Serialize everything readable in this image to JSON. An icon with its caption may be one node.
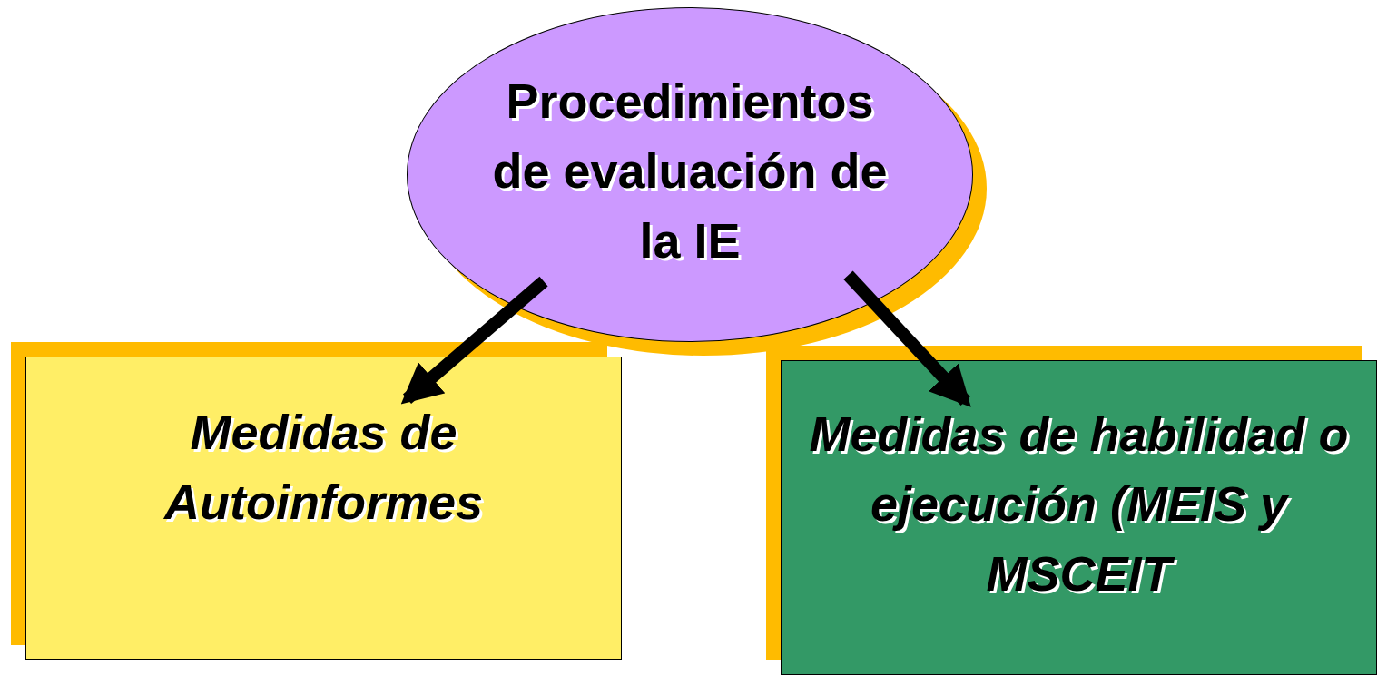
{
  "diagram": {
    "nodes": [
      {
        "text": [
          "Procedimientos de evaluación de la IE"
        ]
      },
      {
        "text": [
          "Medidas de Autoinformes"
        ]
      },
      {
        "text": [
          "Medidas de habilidad o ejecución (MEIS y MSCEIT"
        ]
      }
    ],
    "edges": [
      {
        "from": 0,
        "to": 1,
        "arrow": "to"
      },
      {
        "from": 0,
        "to": 2,
        "arrow": "to"
      }
    ]
  }
}
